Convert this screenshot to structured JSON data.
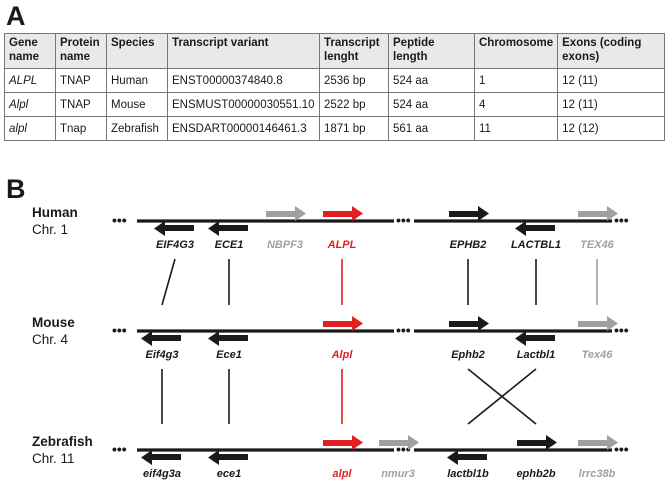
{
  "panel_a": {
    "letter": "A"
  },
  "panel_b": {
    "letter": "B"
  },
  "table": {
    "headers": [
      "Gene name",
      "Protein name",
      "Species",
      "Transcript variant",
      "Transcript lenght",
      "Peptide length",
      "Chromosome",
      "Exons (coding exons)"
    ],
    "rows": [
      [
        "ALPL",
        "TNAP",
        "Human",
        "ENST00000374840.8",
        "2536 bp",
        "524 aa",
        "1",
        "12 (11)"
      ],
      [
        "Alpl",
        "TNAP",
        "Mouse",
        "ENSMUST00000030551.10",
        "2522 bp",
        "524 aa",
        "4",
        "12 (11)"
      ],
      [
        "alpl",
        "Tnap",
        "Zebrafish",
        "ENSDART00000146461.3",
        "1871 bp",
        "561 aa",
        "11",
        "12 (12)"
      ]
    ]
  },
  "colors": {
    "dark": "#1a1a1a",
    "highlight": "#e02020",
    "muted": "#a0a0a0"
  },
  "ellipsis": "•••",
  "tracks": [
    {
      "species": "Human",
      "chromosome": "Chr. 1",
      "genes": [
        {
          "name": "EIF4G3",
          "strand": "-",
          "color": "dark"
        },
        {
          "name": "ECE1",
          "strand": "-",
          "color": "dark"
        },
        {
          "name": "NBPF3",
          "strand": "+",
          "color": "muted"
        },
        {
          "name": "ALPL",
          "strand": "+",
          "color": "highlight"
        },
        {
          "name": "EPHB2",
          "strand": "+",
          "color": "dark"
        },
        {
          "name": "LACTBL1",
          "strand": "-",
          "color": "dark"
        },
        {
          "name": "TEX46",
          "strand": "+",
          "color": "muted"
        }
      ]
    },
    {
      "species": "Mouse",
      "chromosome": "Chr. 4",
      "genes": [
        {
          "name": "Eif4g3",
          "strand": "-",
          "color": "dark"
        },
        {
          "name": "Ece1",
          "strand": "-",
          "color": "dark"
        },
        {
          "name": "Alpl",
          "strand": "+",
          "color": "highlight"
        },
        {
          "name": "Ephb2",
          "strand": "+",
          "color": "dark"
        },
        {
          "name": "Lactbl1",
          "strand": "-",
          "color": "dark"
        },
        {
          "name": "Tex46",
          "strand": "+",
          "color": "muted"
        }
      ]
    },
    {
      "species": "Zebrafish",
      "chromosome": "Chr. 11",
      "genes": [
        {
          "name": "eif4g3a",
          "strand": "-",
          "color": "dark"
        },
        {
          "name": "ece1",
          "strand": "-",
          "color": "dark"
        },
        {
          "name": "alpl",
          "strand": "+",
          "color": "highlight"
        },
        {
          "name": "nmur3",
          "strand": "+",
          "color": "muted"
        },
        {
          "name": "lactbl1b",
          "strand": "-",
          "color": "dark"
        },
        {
          "name": "ephb2b",
          "strand": "+",
          "color": "dark"
        },
        {
          "name": "lrrc38b",
          "strand": "+",
          "color": "muted"
        }
      ]
    }
  ],
  "links": [
    {
      "from": "EIF4G3",
      "to": "Eif4g3",
      "color": "dark"
    },
    {
      "from": "ECE1",
      "to": "Ece1",
      "color": "dark"
    },
    {
      "from": "ALPL",
      "to": "Alpl",
      "color": "highlight"
    },
    {
      "from": "EPHB2",
      "to": "Ephb2",
      "color": "dark"
    },
    {
      "from": "LACTBL1",
      "to": "Lactbl1",
      "color": "dark"
    },
    {
      "from": "TEX46",
      "to": "Tex46",
      "color": "muted"
    },
    {
      "from": "Eif4g3",
      "to": "eif4g3a",
      "color": "dark"
    },
    {
      "from": "Ece1",
      "to": "ece1",
      "color": "dark"
    },
    {
      "from": "Alpl",
      "to": "alpl",
      "color": "highlight"
    },
    {
      "from": "Ephb2",
      "to": "ephb2b",
      "color": "dark"
    },
    {
      "from": "Lactbl1",
      "to": "lactbl1b",
      "color": "dark"
    }
  ]
}
